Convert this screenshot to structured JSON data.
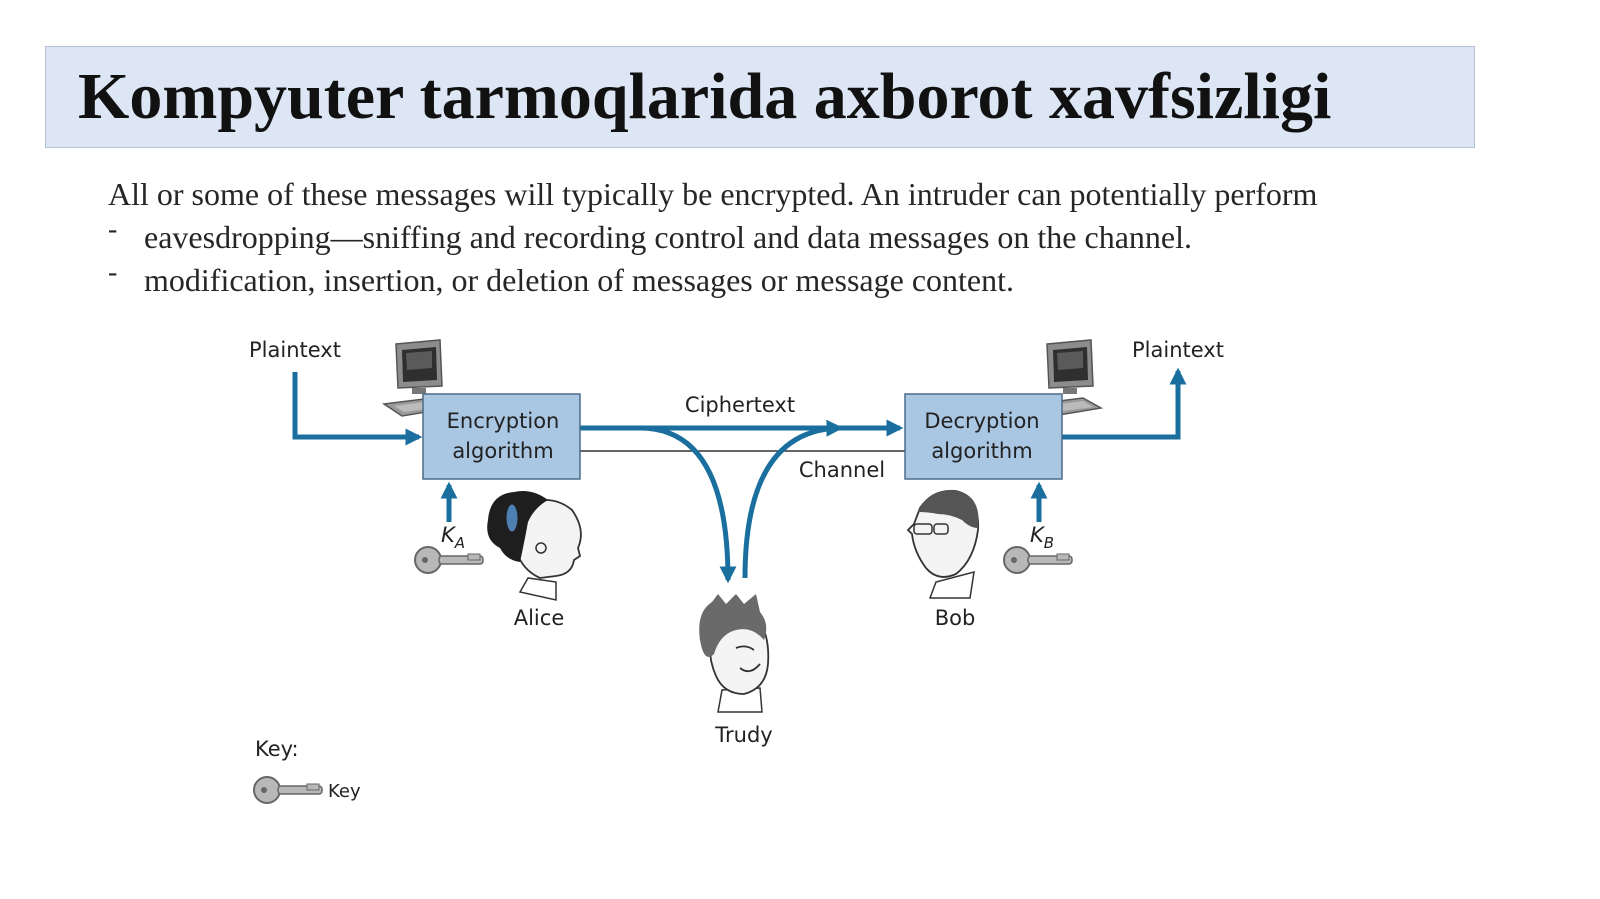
{
  "title": "Kompyuter tarmoqlarida axborot xavfsizligi",
  "intro": "All or some of these messages will typically be encrypted. An intruder can potentially perform",
  "bullets": [
    {
      "marker": "-",
      "text": "eavesdropping—sniffing and recording control and data messages on the channel."
    },
    {
      "marker": "-",
      "text": "modification, insertion, or deletion of messages or message content."
    }
  ],
  "diagram": {
    "plaintext_left": "Plaintext",
    "plaintext_right": "Plaintext",
    "encryption_box": [
      "Encryption",
      "algorithm"
    ],
    "decryption_box": [
      "Decryption",
      "algorithm"
    ],
    "ciphertext": "Ciphertext",
    "channel": "Channel",
    "key_a": {
      "base": "K",
      "sub": "A"
    },
    "key_b": {
      "base": "K",
      "sub": "B"
    },
    "alice": "Alice",
    "bob": "Bob",
    "trudy": "Trudy",
    "legend_heading": "Key:",
    "legend_item": "Key"
  },
  "colors": {
    "title_background": "#dde6f4",
    "box_fill": "#a9c6e3",
    "flow_arrow": "#1b6f9f"
  }
}
